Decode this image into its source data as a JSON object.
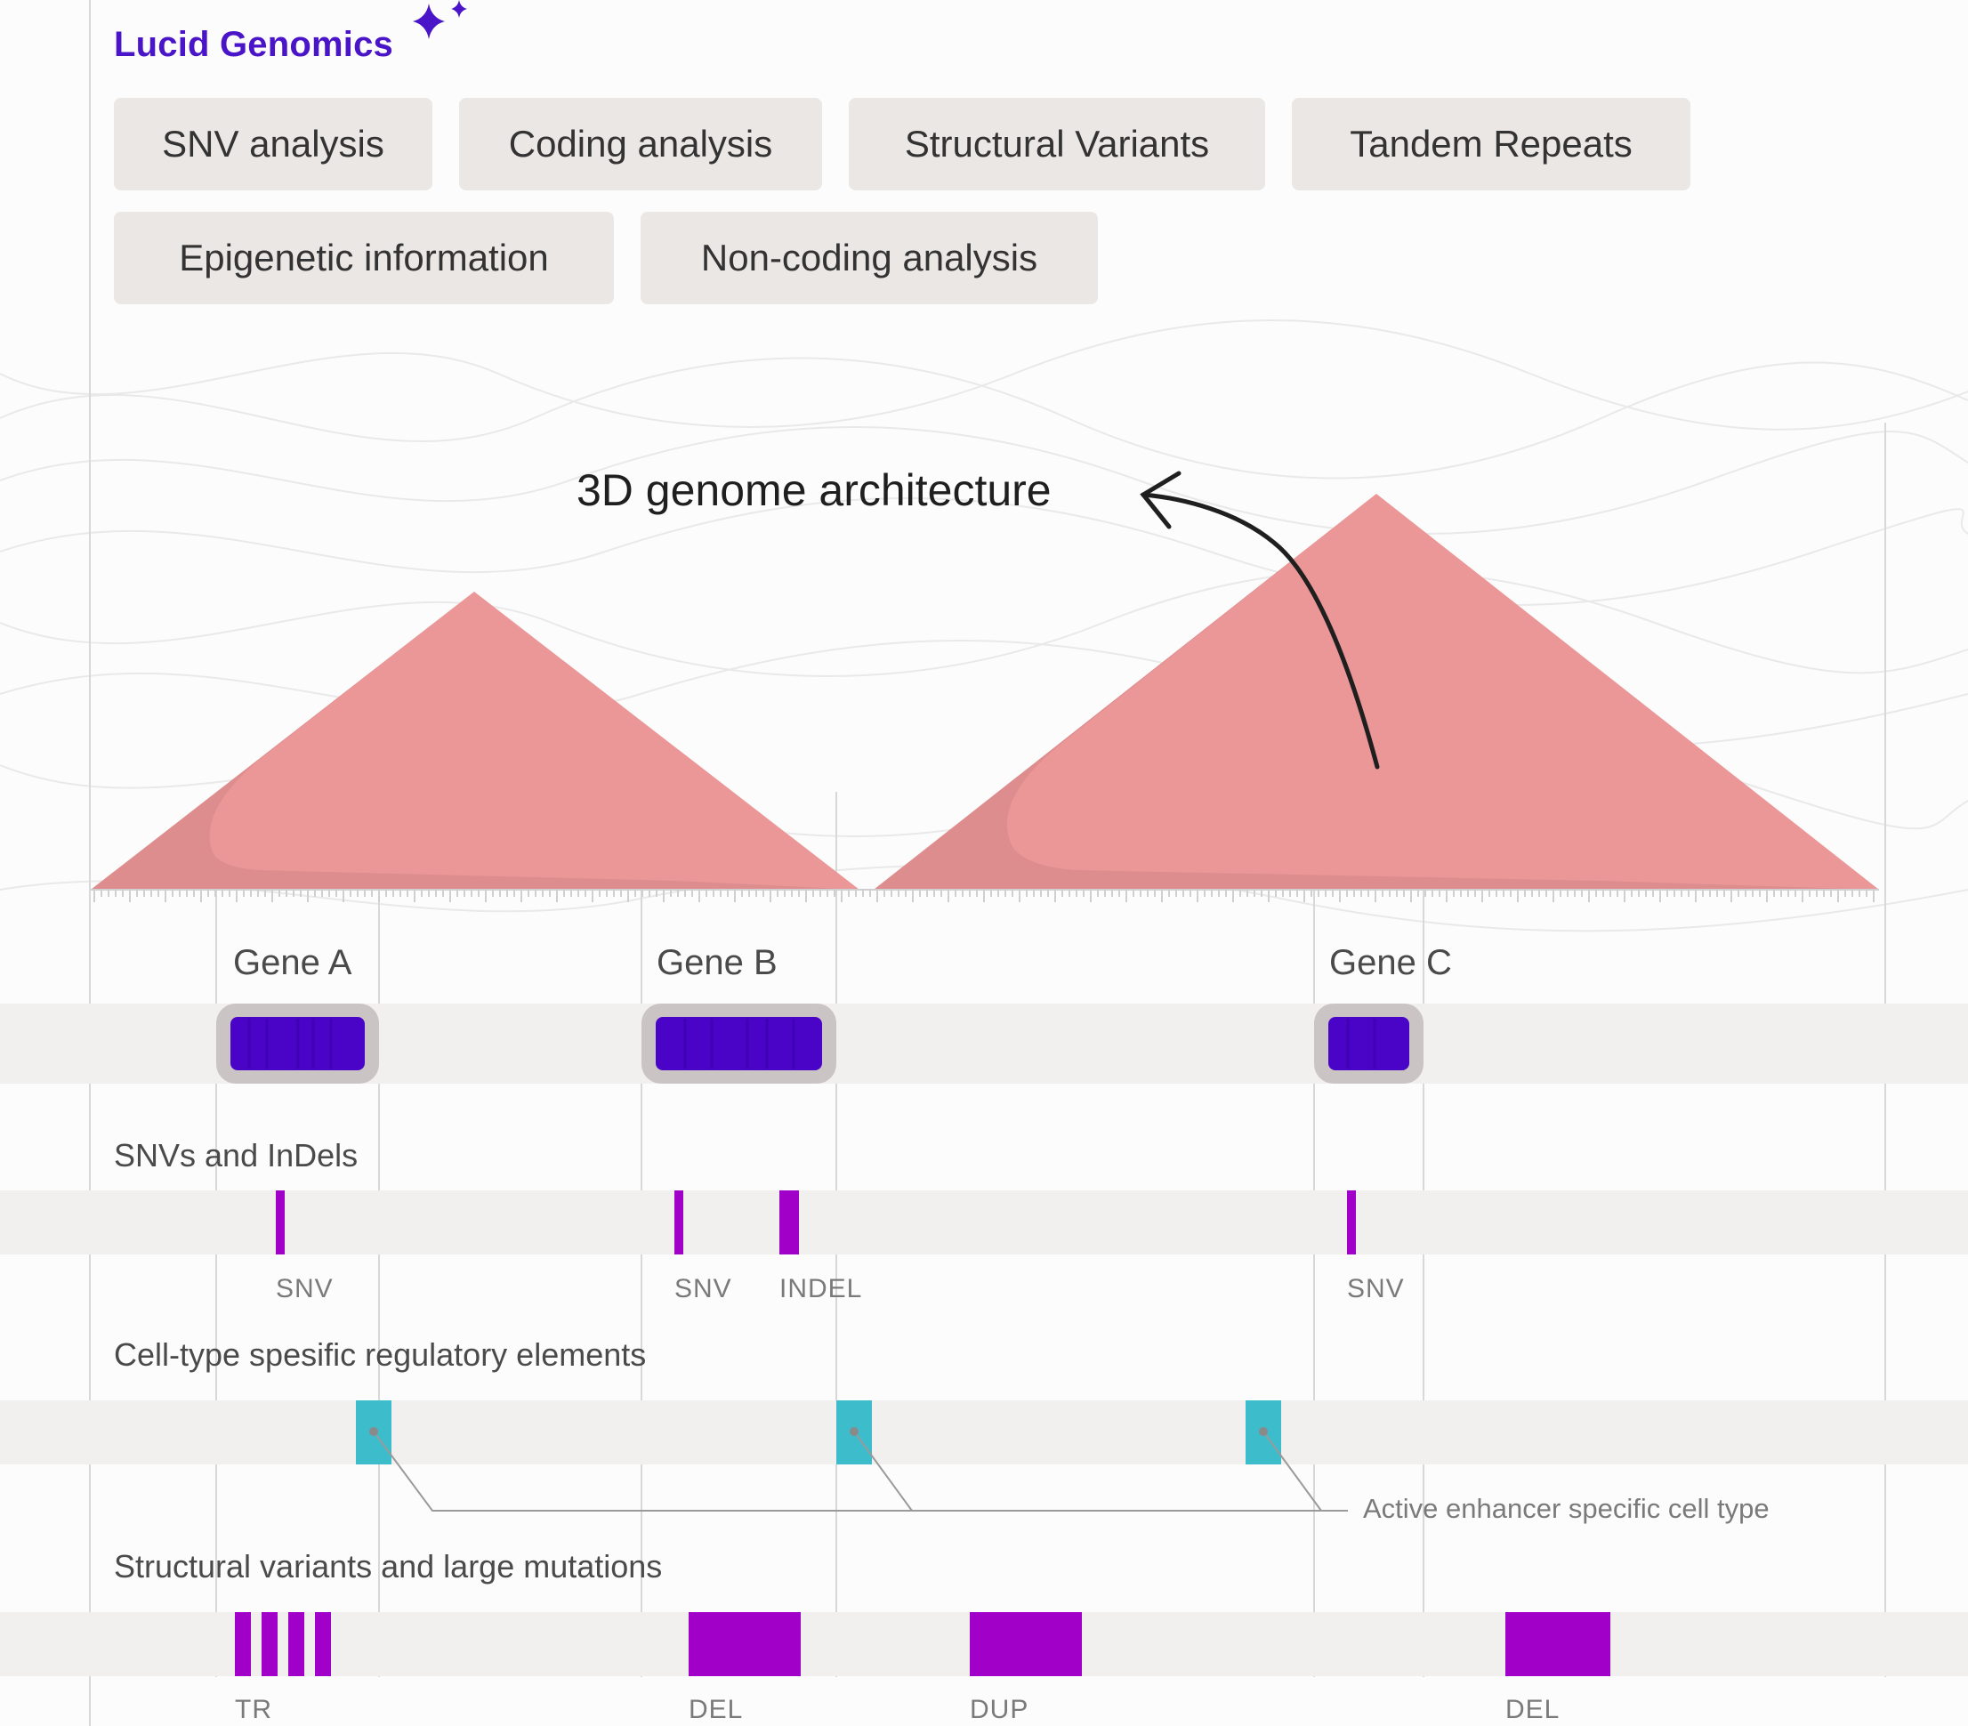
{
  "brand": {
    "name": "Lucid Genomics"
  },
  "tabs": [
    {
      "label": "SNV analysis"
    },
    {
      "label": "Coding analysis"
    },
    {
      "label": "Structural Variants"
    },
    {
      "label": "Tandem Repeats"
    },
    {
      "label": "Epigenetic information"
    },
    {
      "label": "Non-coding analysis"
    }
  ],
  "architecture": {
    "label": "3D genome architecture",
    "color": "#eb9798"
  },
  "genes": [
    {
      "label": "Gene A"
    },
    {
      "label": "Gene B"
    },
    {
      "label": "Gene C"
    }
  ],
  "tracks": {
    "snv": {
      "title": "SNVs and InDels",
      "markers": [
        {
          "label": "SNV"
        },
        {
          "label": "SNV"
        },
        {
          "label": "INDEL"
        },
        {
          "label": "SNV"
        }
      ]
    },
    "regulatory": {
      "title": "Cell-type spesific regulatory elements",
      "annotation": "Active enhancer specific cell type"
    },
    "structural": {
      "title": "Structural variants and large mutations",
      "markers": [
        {
          "label": "TR"
        },
        {
          "label": "DEL"
        },
        {
          "label": "DUP"
        },
        {
          "label": "DEL"
        }
      ]
    }
  },
  "colors": {
    "brand": "#4a14c8",
    "gene": "#4a04c8",
    "variant": "#a100c9",
    "enhancer": "#3dbccb",
    "track": "#f2f0ef"
  }
}
